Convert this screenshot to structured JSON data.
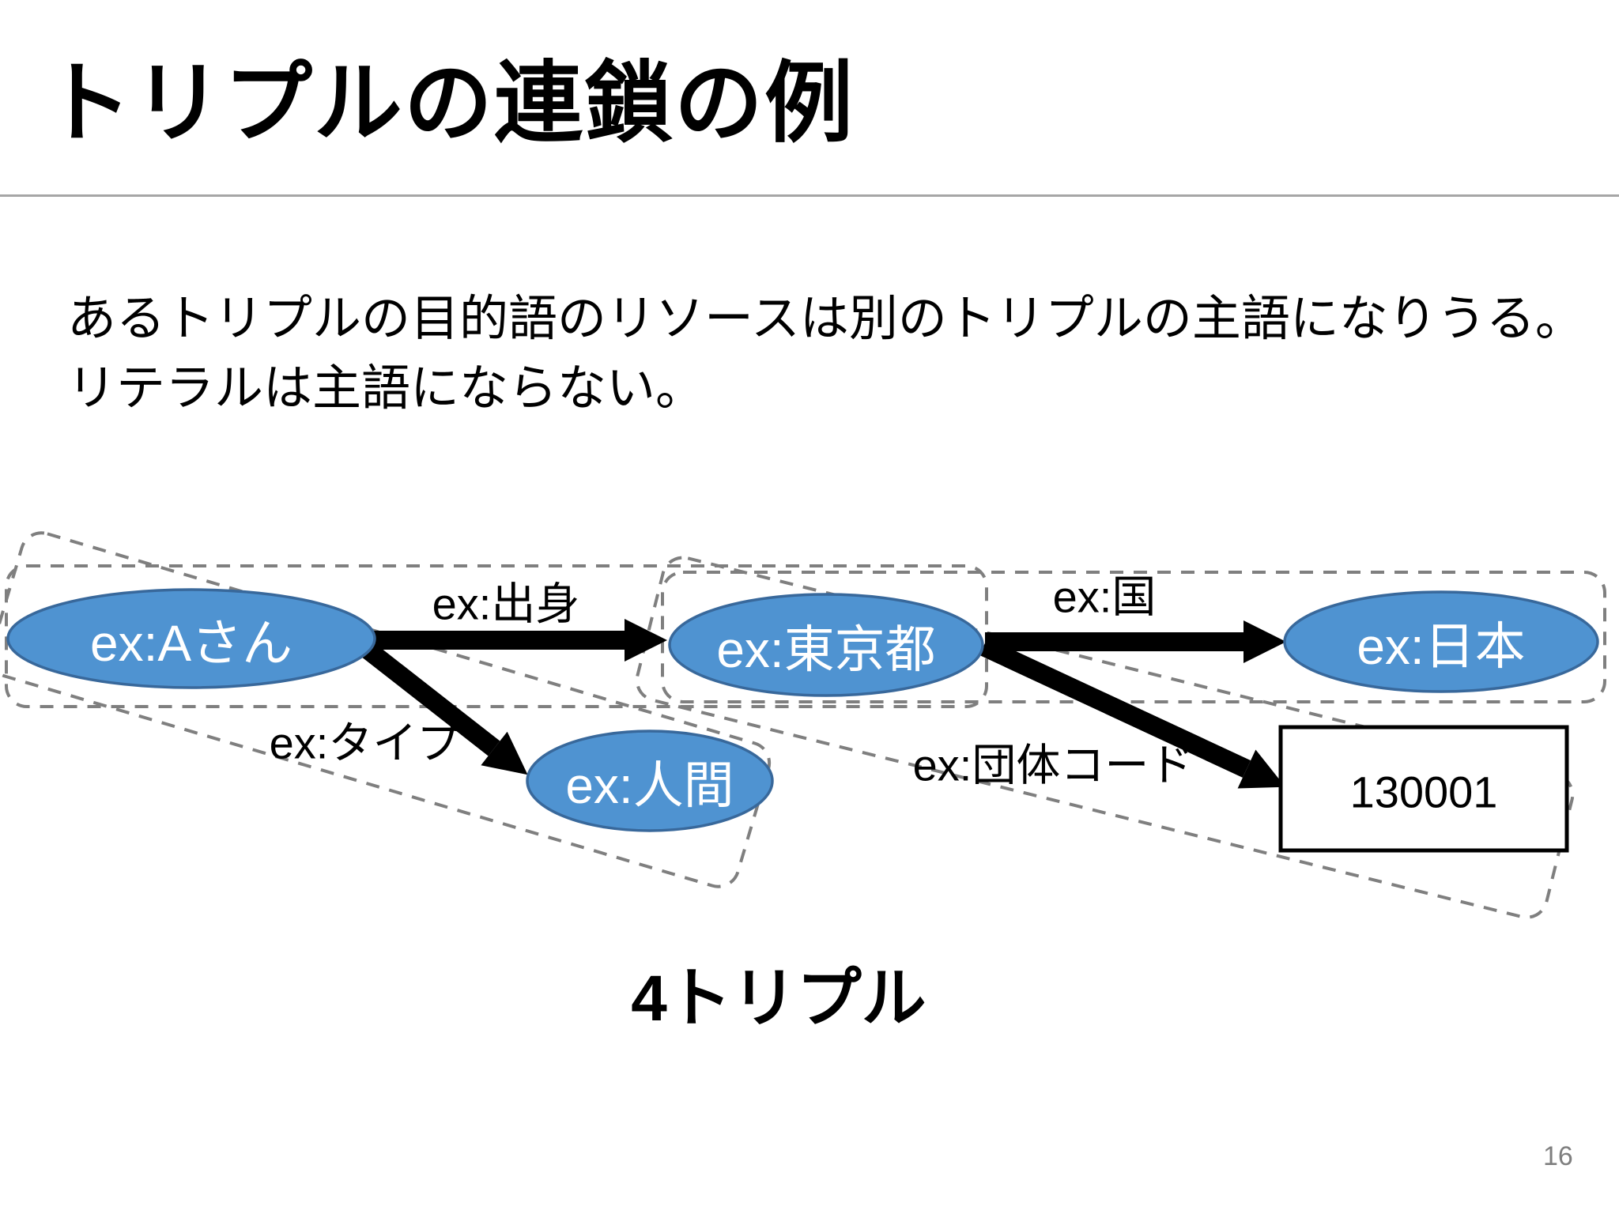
{
  "slide": {
    "title": "トリプルの連鎖の例",
    "body_line1": "あるトリプルの目的語のリソースは別のトリプルの主語になりうる。",
    "body_line2": "リテラルは主語にならない。",
    "caption": "4トリプル",
    "page_number": "16"
  },
  "diagram": {
    "nodes": [
      {
        "id": "a-san",
        "label": "ex:Aさん",
        "type": "resource"
      },
      {
        "id": "tokyo",
        "label": "ex:東京都",
        "type": "resource"
      },
      {
        "id": "nihon",
        "label": "ex:日本",
        "type": "resource"
      },
      {
        "id": "ningen",
        "label": "ex:人間",
        "type": "resource"
      },
      {
        "id": "literal",
        "label": "130001",
        "type": "literal"
      }
    ],
    "edges": [
      {
        "label": "ex:出身",
        "from": "ex:Aさん",
        "to": "ex:東京都"
      },
      {
        "label": "ex:タイプ",
        "from": "ex:Aさん",
        "to": "ex:人間"
      },
      {
        "label": "ex:国",
        "from": "ex:東京都",
        "to": "ex:日本"
      },
      {
        "label": "ex:団体コード",
        "from": "ex:東京都",
        "to": "130001"
      }
    ]
  },
  "colors": {
    "node_fill": "#4f93d1",
    "node_border": "#38689b",
    "node_text": "#ffffff",
    "arrow": "#000000",
    "group_dash": "#7f7f7f",
    "divider": "#a6a6a6",
    "page_number": "#7f7f7f"
  }
}
